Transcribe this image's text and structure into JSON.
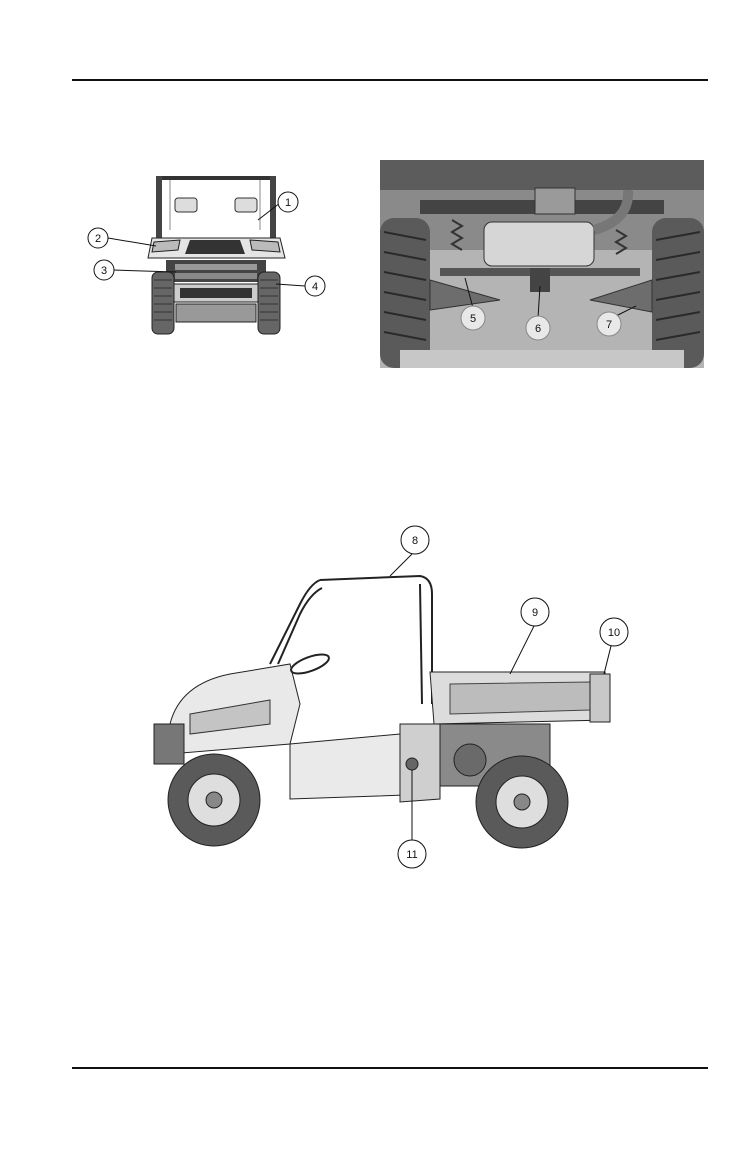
{
  "figures": {
    "front_view": {
      "callouts": [
        "1",
        "2",
        "3",
        "4"
      ]
    },
    "underside_view": {
      "callouts": [
        "5",
        "6",
        "7"
      ]
    },
    "side_view": {
      "callouts": [
        "8",
        "9",
        "10",
        "11"
      ]
    }
  },
  "colors": {
    "line": "#222222",
    "panel_shade": "#c9c9c9",
    "panel_dark": "#7a7a7a",
    "tire": "#555555"
  }
}
